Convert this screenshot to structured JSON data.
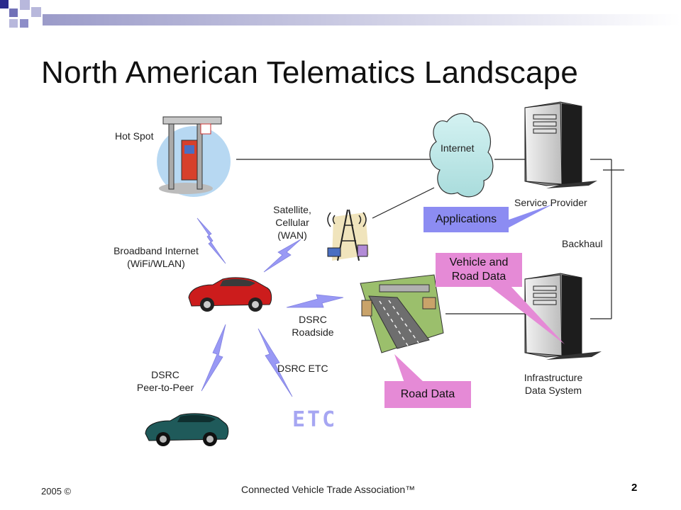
{
  "slide": {
    "title": "North American Telematics Landscape",
    "labels": {
      "hot_spot": "Hot Spot",
      "internet": "Internet",
      "service_provider": "Service Provider",
      "satellite_1": "Satellite,",
      "satellite_2": "Cellular",
      "satellite_3": "(WAN)",
      "broadband_1": "Broadband Internet",
      "broadband_2": "(WiFi/WLAN)",
      "backhaul": "Backhaul",
      "dsrc_roadside_1": "DSRC",
      "dsrc_roadside_2": "Roadside",
      "dsrc_etc": "DSRC ETC",
      "dsrc_p2p_1": "DSRC",
      "dsrc_p2p_2": "Peer-to-Peer",
      "infra_1": "Infrastructure",
      "infra_2": "Data System",
      "etc_logo": "ETC"
    },
    "callouts": {
      "applications": "Applications",
      "vehicle_road_1": "Vehicle and",
      "vehicle_road_2": "Road Data",
      "road_data": "Road Data"
    },
    "footer": {
      "year": "2005 ©",
      "org": "Connected Vehicle Trade Association™",
      "page": "2"
    },
    "colors": {
      "applications_bg": "#8c8cf2",
      "pink_bg": "#e58ad6",
      "bolt": "#9999f5",
      "header_blue": "#2b2b8c"
    }
  }
}
